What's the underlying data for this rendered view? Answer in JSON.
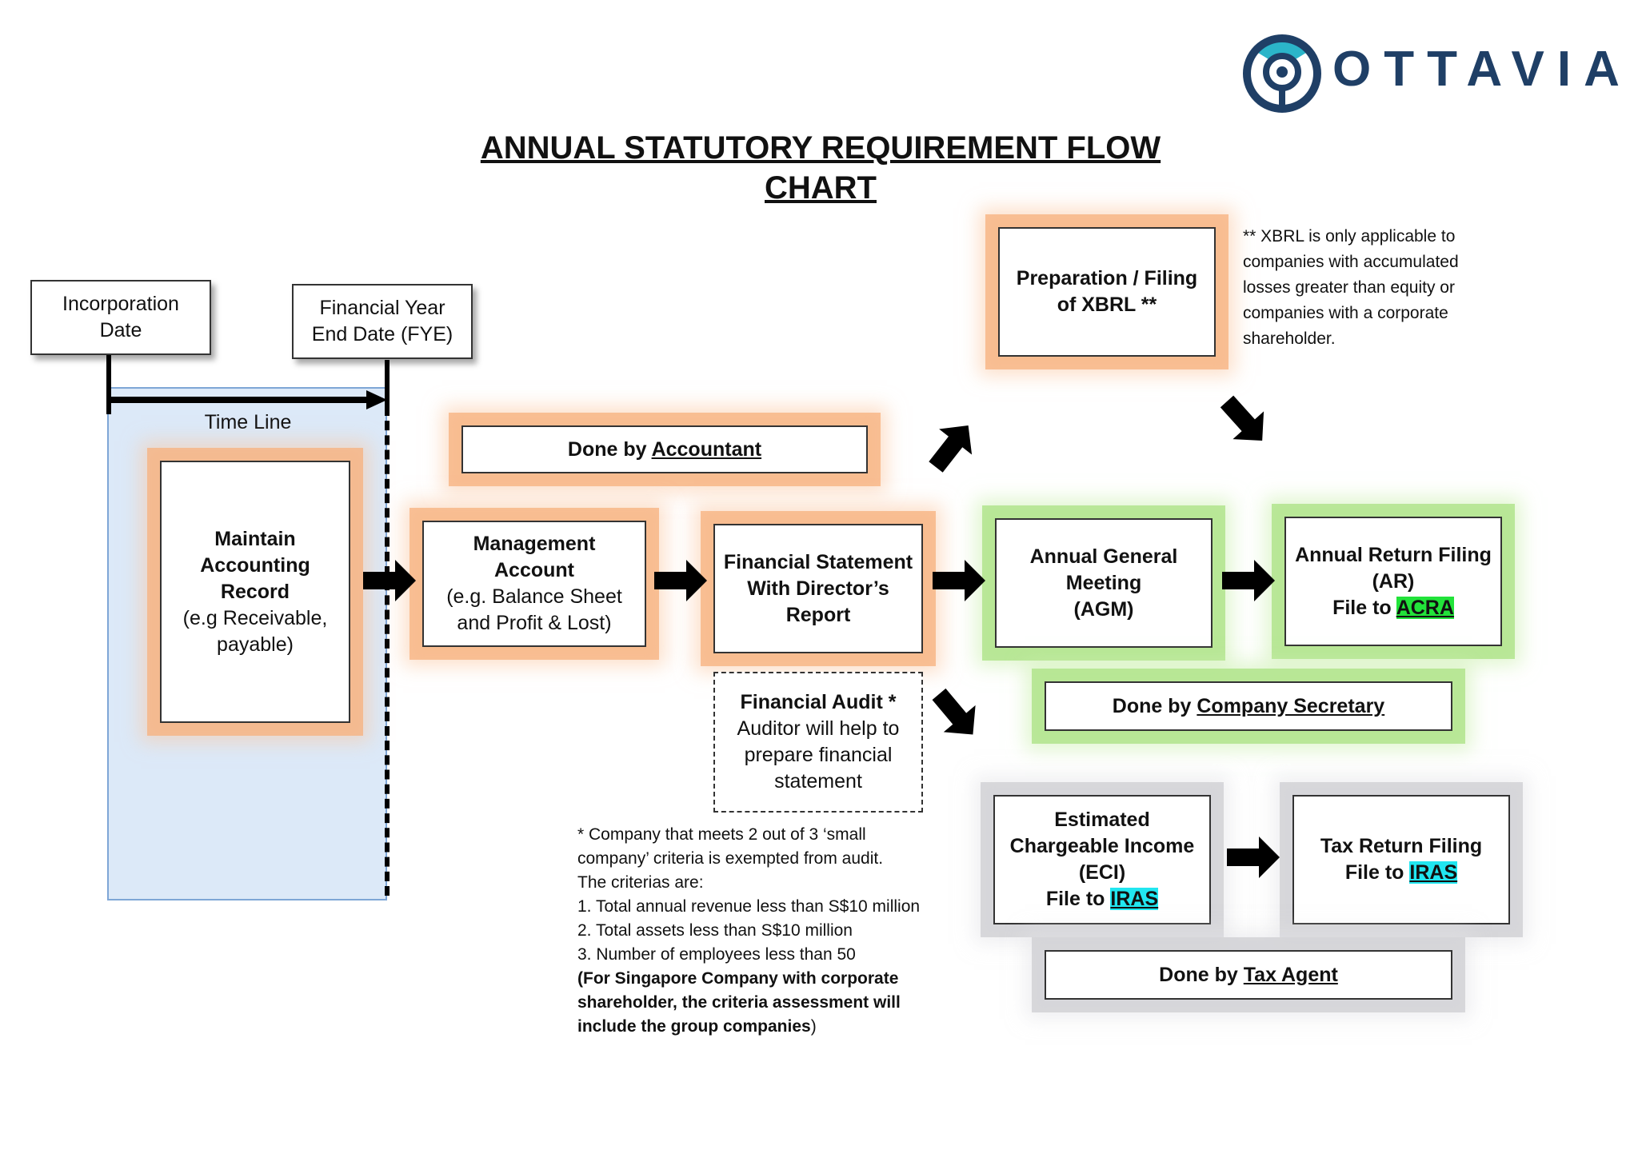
{
  "logo": {
    "text": "OTTAVIA"
  },
  "title": "ANNUAL STATUTORY REQUIREMENT FLOW CHART",
  "timeline": {
    "incorporation": [
      "Incorporation",
      "Date"
    ],
    "fye": [
      "Financial Year",
      "End Date (FYE)"
    ],
    "label": "Time Line"
  },
  "maintain": {
    "bold": [
      "Maintain",
      "Accounting",
      "Record"
    ],
    "normal": [
      "(e.g Receivable,",
      "payable)"
    ]
  },
  "management": {
    "bold": [
      "Management",
      "Account"
    ],
    "normal": [
      "(e.g. Balance Sheet",
      "and Profit & Lost)"
    ]
  },
  "fs": {
    "bold": [
      "Financial Statement",
      "With Director’s",
      "Report"
    ]
  },
  "audit": {
    "bold": "Financial Audit *",
    "normal": [
      "Auditor will help to",
      "prepare financial",
      "statement"
    ]
  },
  "xbrl": {
    "bold": [
      "Preparation / Filing",
      "of XBRL **"
    ]
  },
  "xbrl_note": [
    "** XBRL is only applicable to",
    "companies with accumulated",
    "losses greater than equity or",
    "companies with a corporate",
    "shareholder."
  ],
  "agm": {
    "bold": [
      "Annual General",
      "Meeting",
      "(AGM)"
    ]
  },
  "ar": {
    "bold": [
      "Annual Return Filing",
      "(AR)"
    ],
    "file_prefix": "File to ",
    "file_agency": "ACRA"
  },
  "eci": {
    "bold": [
      "Estimated",
      "Chargeable Income",
      "(ECI)"
    ],
    "file_prefix": "File to ",
    "file_agency": "IRAS"
  },
  "tax": {
    "bold": [
      "Tax Return Filing"
    ],
    "file_prefix": "File to ",
    "file_agency": "IRAS"
  },
  "done_by": {
    "prefix": "Done by ",
    "accountant": "Accountant",
    "secretary": "Company Secretary",
    "tax_agent": "Tax Agent"
  },
  "audit_note": {
    "lines": [
      "* Company that meets 2 out of 3 ‘small",
      "company’ criteria is exempted from audit.",
      "The criterias are:",
      "1. Total annual revenue less than S$10 million",
      "2. Total assets less than S$10 million",
      "3. Number of employees less than 50"
    ],
    "bold_lines": [
      "(For Singapore Company with corporate",
      "shareholder, the criteria assessment will",
      "include the group companies"
    ],
    "close_paren": ")"
  },
  "colors": {
    "orange_glow": "#f7b07c",
    "green_glow": "#aae282",
    "grey_glow": "#cdcdd2",
    "timeline_fill": "#dce9f8",
    "logo_teal": "#2bb5c9",
    "logo_navy": "#1f3f66",
    "acra_highlight": "#22e33a",
    "iras_highlight": "#21e6f0"
  }
}
